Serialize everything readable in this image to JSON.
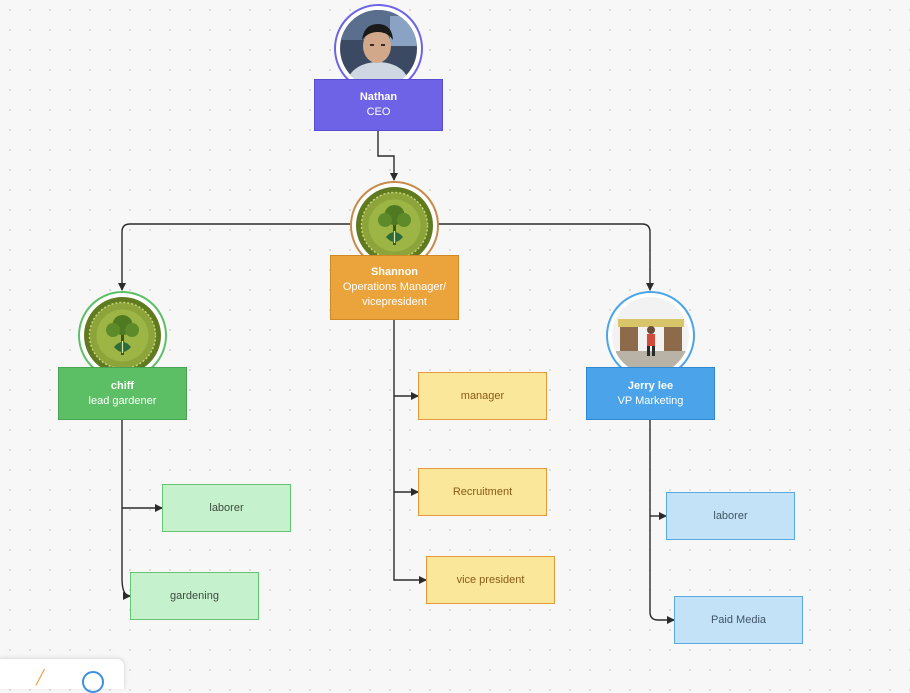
{
  "nodes": {
    "ceo": {
      "name": "Nathan",
      "title": "CEO",
      "avatar_icon": "person-photo"
    },
    "ops": {
      "name": "Shannon",
      "title_line1": "Operations Manager/",
      "title_line2": "vicepresident",
      "avatar_icon": "tree-emblem"
    },
    "gardener": {
      "name": "chiff",
      "title": "lead gardener",
      "avatar_icon": "tree-emblem"
    },
    "marketing": {
      "name": "Jerry lee",
      "title": "VP Marketing",
      "avatar_icon": "person-photo"
    }
  },
  "children": {
    "gardener": [
      "laborer",
      "gardening"
    ],
    "ops": [
      "manager",
      "Recruitment",
      "vice president"
    ],
    "marketing": [
      "laborer",
      "Paid Media"
    ]
  },
  "colors": {
    "ceo": "#6e63e6",
    "ops": "#eba33b",
    "gardener": "#5cbf66",
    "marketing": "#4ba4ea",
    "connector": "#2b2b2b"
  }
}
